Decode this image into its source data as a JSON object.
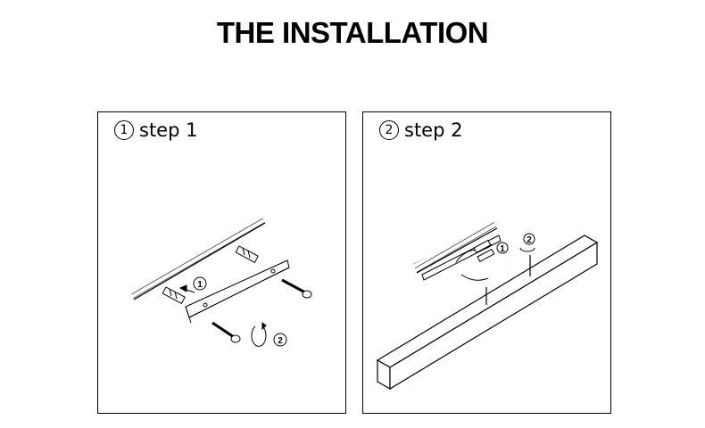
{
  "title": "THE INSTALLATION",
  "steps": [
    {
      "number": "1",
      "label": "step 1",
      "callouts": [
        "1",
        "2"
      ]
    },
    {
      "number": "2",
      "label": "step 2",
      "callouts": [
        "1",
        "2"
      ]
    }
  ]
}
